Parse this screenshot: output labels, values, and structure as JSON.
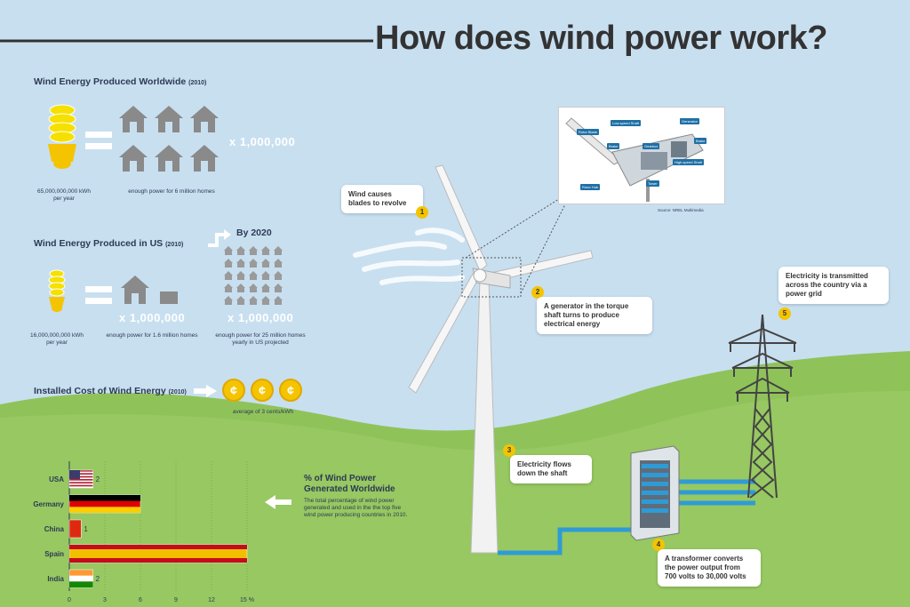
{
  "title": "How does wind power work?",
  "worldwide": {
    "heading": "Wind Energy Produced Worldwide",
    "year": "(2010)",
    "kwh": "65,000,000,000 kWh",
    "kwh_sub": "per year",
    "homes_caption": "enough power for 6 million homes",
    "multiplier": "x 1,000,000"
  },
  "us": {
    "heading": "Wind Energy Produced in US",
    "year": "(2010)",
    "by2020": "By 2020",
    "kwh": "16,000,000,000 kWh",
    "kwh_sub": "per year",
    "multiplier": "x 1,000,000",
    "homes_caption": "enough power for 1.6 million homes",
    "multiplier_2020": "x 1,000,000",
    "homes_2020_caption": "enough power for 25 million homes yearly in US projected"
  },
  "cost": {
    "heading": "Installed Cost of Wind Energy",
    "year": "(2010)",
    "coin_symbol": "¢",
    "caption": "average of 3 cents/kWh"
  },
  "percent": {
    "title": "% of Wind Power Generated Worldwide",
    "body": "The total percentage of wind power generated and used in the the top five wind power producing countries in 2010."
  },
  "chart_data": {
    "type": "bar",
    "orientation": "horizontal",
    "categories": [
      "USA",
      "Germany",
      "China",
      "Spain",
      "India"
    ],
    "values": [
      2,
      6,
      1,
      15,
      2
    ],
    "value_labels": [
      "2",
      "",
      "1",
      "",
      "2"
    ],
    "xticks": [
      "0",
      "3",
      "6",
      "9",
      "12",
      "15 %"
    ],
    "xlim": [
      0,
      15
    ],
    "colors": [
      "#b22234",
      "#dd0000",
      "#de2910",
      "#f1bf00",
      "#ff9933"
    ]
  },
  "steps": [
    {
      "n": "1",
      "text": "Wind causes blades to revolve"
    },
    {
      "n": "2",
      "text": "A generator in the torque shaft turns to produce electrical energy"
    },
    {
      "n": "3",
      "text": "Electricity flows down the shaft"
    },
    {
      "n": "4",
      "text": "A transformer converts the power output from 700 volts to 30,000 volts"
    },
    {
      "n": "5",
      "text": "Electricity is transmitted across the country via a power grid"
    }
  ],
  "inset": {
    "source": "Source: NREL Multimedia",
    "labels": [
      "Rotor Blade",
      "Low-speed Shaft",
      "Brake",
      "Gearbox",
      "Generator",
      "Brake",
      "High-speed Shaft",
      "Tower",
      "Rotor Hub"
    ]
  },
  "colors": {
    "sky": "#c8dff0",
    "grass": "#8fc35a",
    "accent_yellow": "#f5c400",
    "text_navy": "#2d3a55",
    "cable_blue": "#2f9bd6"
  }
}
